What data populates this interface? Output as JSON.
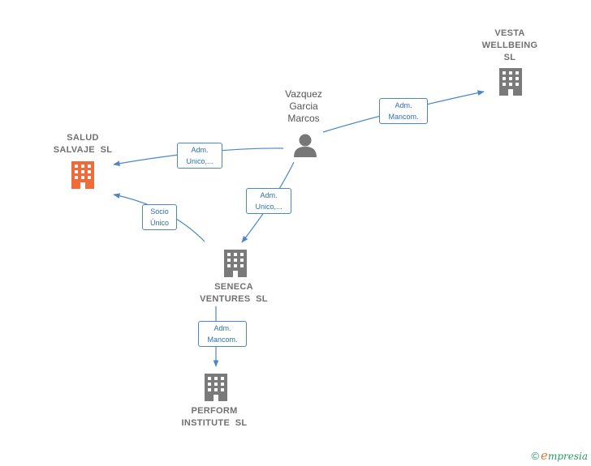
{
  "nodes": {
    "vazquez": {
      "label": "Vazquez\nGarcia\nMarcos",
      "kind": "person",
      "icon": "person-icon"
    },
    "vesta": {
      "label": "VESTA\nWELLBEING\nSL",
      "kind": "company",
      "icon": "building-icon"
    },
    "salud": {
      "label": "SALUD\nSALVAJE  SL",
      "kind": "company-focus",
      "icon": "building-icon"
    },
    "seneca": {
      "label": "SENECA\nVENTURES  SL",
      "kind": "company",
      "icon": "building-icon"
    },
    "perform": {
      "label": "PERFORM\nINSTITUTE  SL",
      "kind": "company",
      "icon": "building-icon"
    }
  },
  "edges": {
    "vazquez_vesta": {
      "line1": "Adm.",
      "line2": "Mancom."
    },
    "vazquez_salud": {
      "line1": "Adm.",
      "line2": "Unico,..."
    },
    "vazquez_seneca": {
      "line1": "Adm.",
      "line2": "Unico,..."
    },
    "seneca_salud": {
      "line1": "Socio",
      "line2": "Único"
    },
    "seneca_perform": {
      "line1": "Adm.",
      "line2": "Mancom."
    }
  },
  "colors": {
    "edge": "#4a86c8",
    "company_icon": "#7a7a7a",
    "focus_icon": "#f26a3a",
    "person_icon": "#777777"
  },
  "footer": {
    "copyright_symbol": "©",
    "brand_initial": "e",
    "brand_rest": "mpresia"
  }
}
